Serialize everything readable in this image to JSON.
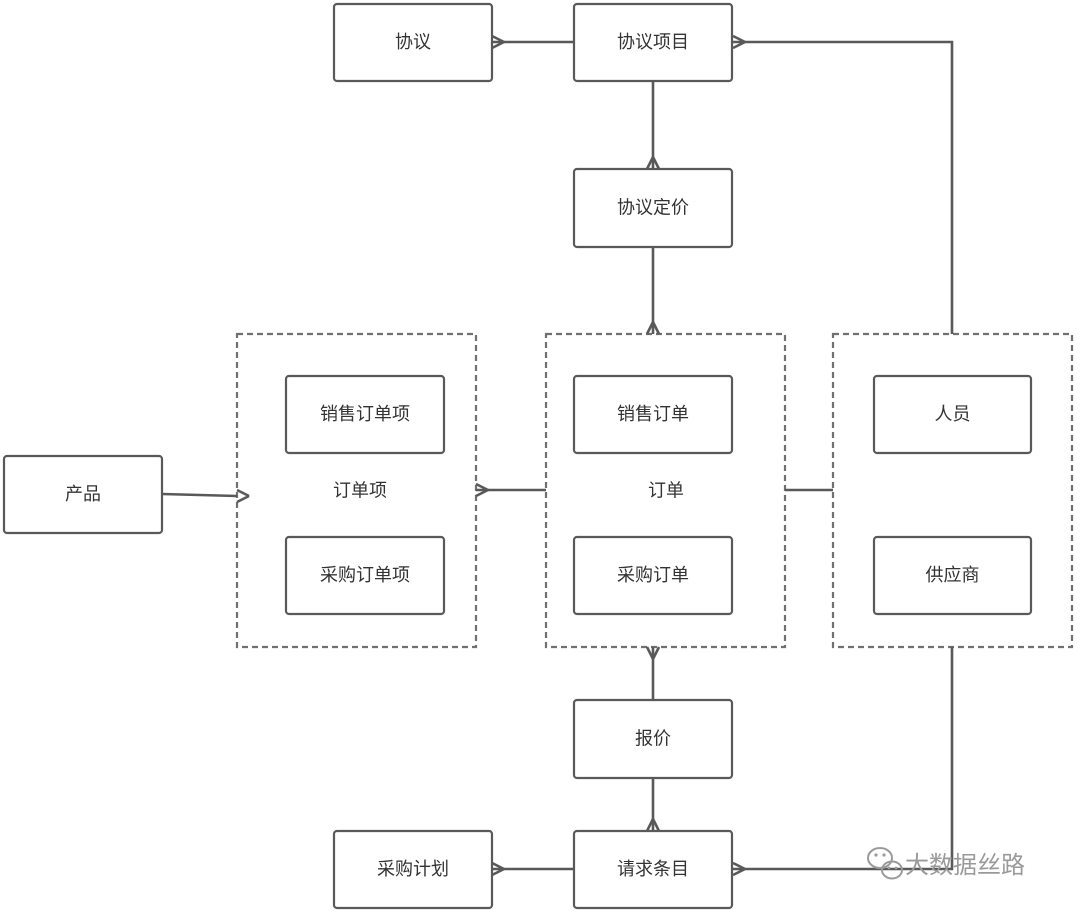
{
  "nodes": {
    "agreement": "协议",
    "agreement_item": "协议项目",
    "agreement_pricing": "协议定价",
    "sales_order_item": "销售订单项",
    "purchase_order_item": "采购订单项",
    "product": "产品",
    "sales_order": "销售订单",
    "purchase_order": "采购订单",
    "person": "人员",
    "supplier": "供应商",
    "quote": "报价",
    "purchase_plan": "采购计划",
    "request_item": "请求条目"
  },
  "groups": {
    "order_item": "订单项",
    "order": "订单"
  },
  "watermark": {
    "text": "大数据丝路",
    "icon": "wechat-icon"
  },
  "colors": {
    "stroke": "#595959",
    "dashed": "#707070",
    "text": "#333333",
    "watermark": "#9a9a9a"
  }
}
